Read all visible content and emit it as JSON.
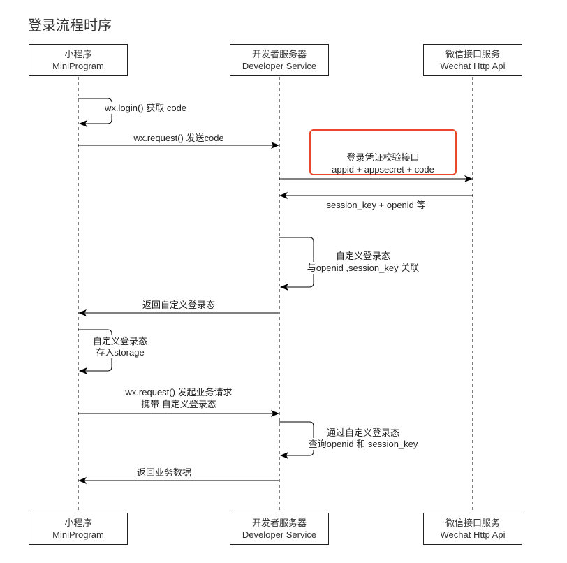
{
  "title": "登录流程时序",
  "participants": [
    {
      "name_cn": "小程序",
      "name_en": "MiniProgram"
    },
    {
      "name_cn": "开发者服务器",
      "name_en": "Developer Service"
    },
    {
      "name_cn": "微信接口服务",
      "name_en": "Wechat Http Api"
    }
  ],
  "messages": [
    {
      "from": 0,
      "to": 0,
      "lines": [
        "wx.login() 获取 code"
      ]
    },
    {
      "from": 0,
      "to": 1,
      "lines": [
        "wx.request() 发送code"
      ]
    },
    {
      "from": 1,
      "to": 2,
      "lines": [
        "登录凭证校验接口",
        "appid + appsecret + code"
      ],
      "highlight": true
    },
    {
      "from": 2,
      "to": 1,
      "lines": [
        "session_key + openid 等"
      ]
    },
    {
      "from": 1,
      "to": 1,
      "lines": [
        "自定义登录态",
        "与openid ,session_key 关联"
      ]
    },
    {
      "from": 1,
      "to": 0,
      "lines": [
        "返回自定义登录态"
      ]
    },
    {
      "from": 0,
      "to": 0,
      "lines": [
        "自定义登录态",
        "存入storage"
      ]
    },
    {
      "from": 0,
      "to": 1,
      "lines": [
        "wx.request() 发起业务请求",
        "携带 自定义登录态"
      ]
    },
    {
      "from": 1,
      "to": 1,
      "lines": [
        "通过自定义登录态",
        "查询openid 和 session_key"
      ]
    },
    {
      "from": 1,
      "to": 0,
      "lines": [
        "返回业务数据"
      ]
    }
  ],
  "colors": {
    "highlight": "#e8472a",
    "line": "#000000"
  }
}
